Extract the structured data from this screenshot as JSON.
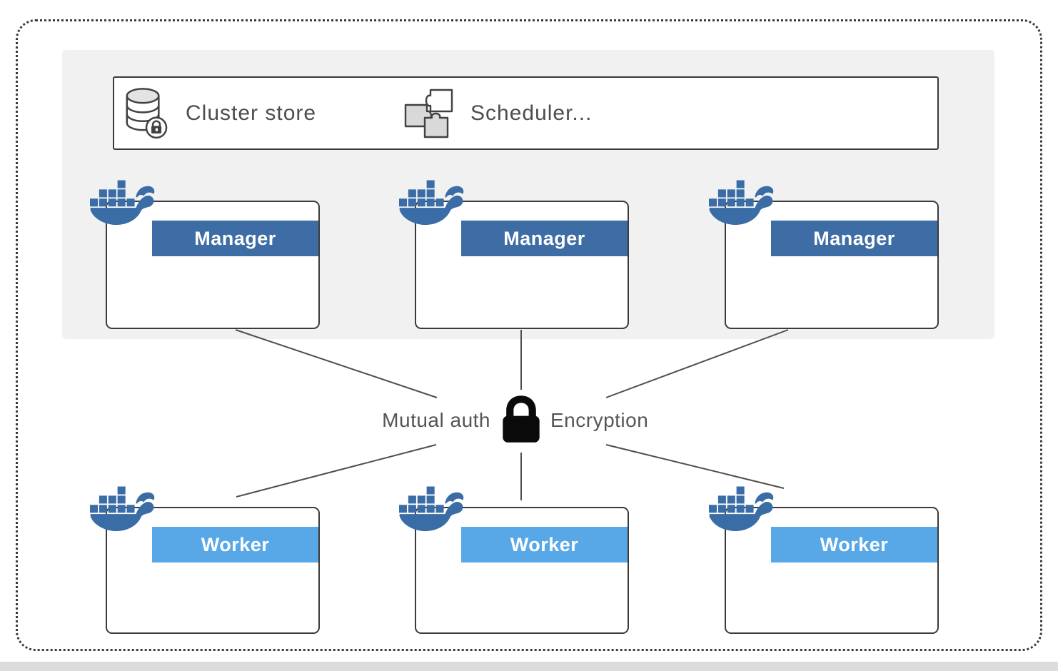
{
  "colors": {
    "manager_bar": "#3d6da4",
    "worker_bar": "#58a8e8",
    "whale": "#3a6ca6",
    "panel_bg": "#f1f1f2",
    "line": "#4f4f4f",
    "lock": "#0a0a0a",
    "text_gray": "#4d4d4d",
    "border_dark": "#3b3b3b"
  },
  "control_plane": {
    "cluster_store": {
      "label": "Cluster store",
      "icon": "database-lock-icon"
    },
    "scheduler": {
      "label": "Scheduler...",
      "icon": "puzzle-icon"
    }
  },
  "managers": [
    {
      "label": "Manager"
    },
    {
      "label": "Manager"
    },
    {
      "label": "Manager"
    }
  ],
  "workers": [
    {
      "label": "Worker"
    },
    {
      "label": "Worker"
    },
    {
      "label": "Worker"
    }
  ],
  "security": {
    "icon": "padlock-icon",
    "left_label": "Mutual auth",
    "right_label": "Encryption"
  }
}
